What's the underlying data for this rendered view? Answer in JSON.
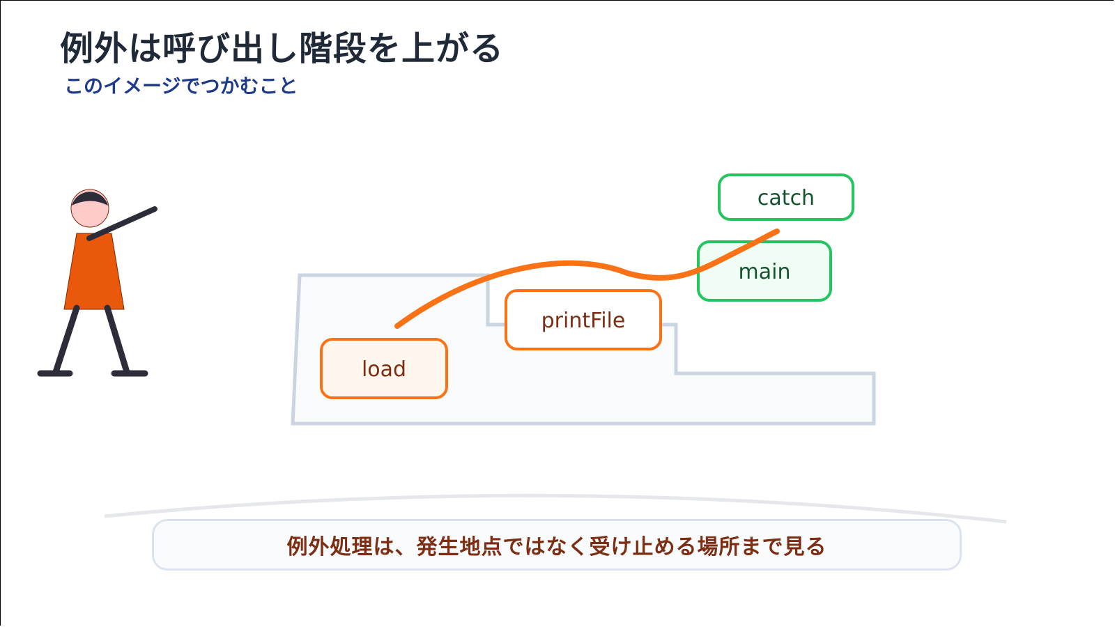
{
  "slide": {
    "title": "例外は呼び出し階段を上がる",
    "subtitle": "このイメージでつかむこと"
  },
  "diagram": {
    "frames": [
      {
        "label": "load"
      },
      {
        "label": "printFile"
      },
      {
        "label": "main"
      },
      {
        "label": "catch"
      }
    ]
  },
  "banner": {
    "text": "例外処理は、発生地点ではなく受け止める場所まで見る"
  },
  "colors": {
    "orange": "#f97316",
    "orange_fill": "#fff7ed",
    "green": "#22c55e",
    "green_fill": "#f0fdf4",
    "stair_fill": "#f8fafc",
    "stair_stroke": "#cbd5e1",
    "figure_body": "#ea580c",
    "figure_skin": "#fecaca",
    "figure_limb": "#2d2d3a"
  }
}
